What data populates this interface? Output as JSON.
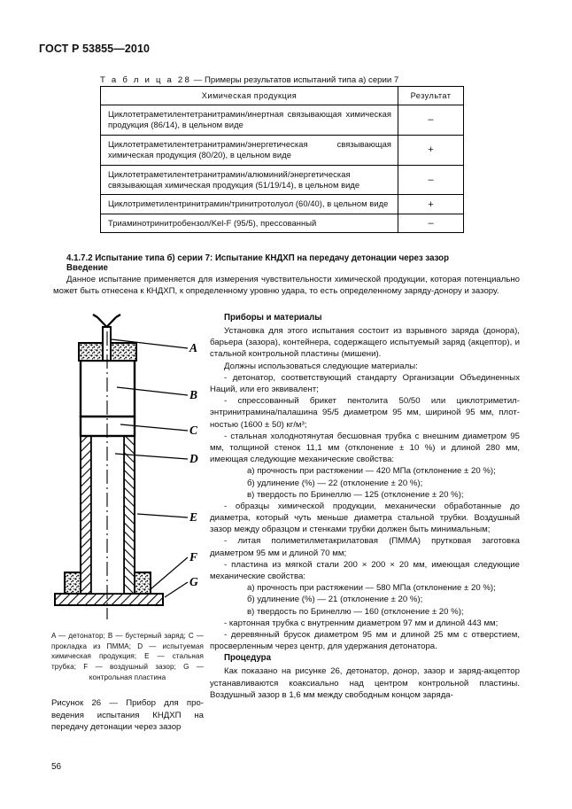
{
  "header": {
    "standard_id": "ГОСТ Р 53855—2010"
  },
  "table": {
    "caption_label": "Т а б л и ц а  28",
    "caption_text": " — Примеры результатов испытаний типа а) серии 7",
    "columns": [
      "Химическая продукция",
      "Результат"
    ],
    "rows": [
      {
        "chemical": "Циклотетраметилентетранитрамин/инертная связывающая хими­ческая продукция (86/14), в цельном виде",
        "result": "–"
      },
      {
        "chemical": "Циклотетраметилентетранитрамин/энергетическая связывающая химическая продукция (80/20), в цельном виде",
        "result": "+"
      },
      {
        "chemical": "Циклотетраметилентетранитрамин/алюминий/энергетическая связывающая химическая продукция (51/19/14), в цельном виде",
        "result": "–"
      },
      {
        "chemical": "Циклотриметилентринитрамин/тринитротолуол (60/40), в цельном виде",
        "result": "+"
      },
      {
        "chemical": "Триаминотринитробензол/Kel-F (95/5), прессованный",
        "result": "–"
      }
    ]
  },
  "section": {
    "number_and_title": "4.1.7.2 Испытание типа б) серии 7: Испытание КНДХП на передачу детонации через зазор",
    "subtitle": "Введение",
    "intro": "Данное испытание применяется для измерения чувствительности химической продукции,  кото­рая потенциально может быть отнесена к КНДХП, к определенному уровню удара, то есть  опреде­ленному  заряду-донору  и  зазору."
  },
  "figure": {
    "labels": [
      "A",
      "B",
      "C",
      "D",
      "E",
      "F",
      "G"
    ],
    "legend": "A — детонатор; B — бустерный за­ряд; C — прокладка из ПММА; D — испытуемая    химическая    продук­ция; E — стальная трубка; F — воз­душный  зазор;  G — контрольная пластина",
    "title": "Рисунок 26 — Прибор для про­ведения  испытания  КНДХП  на передачу детонации через зазор"
  },
  "right_column": {
    "heading_apparatus": "Приборы и материалы",
    "p_setup": "Установка для этого испытания состоит из взрывного заряда (до­нора), барьера (зазора), контейнера, содержащего испытуемый заряд (акцептор), и стальной контрольной пластины (мишени).",
    "p_materials_intro": "Должны использоваться следующие материалы:",
    "p_detonator": "- детонатор, соответствующий стандарту Организации Объединен­ных Наций, или его эквивалент;",
    "p_briquette": "- спрессованный  брикет пентолита 50/50 или циклотриметил­энтринитрамина/палашина 95/5 диаметром 95 мм, шириной 95 мм, плот­ностью (1600 ± 50) кг/м³;",
    "p_tube": "- стальная холоднотянутая бесшовная трубка с внешним диамет­ром  95 мм,  толщиной  стенок  11,1 мм  (отклонение ± 10 %) и длиной 280 мм, имеющая следующие механические свойства:",
    "tube_props": [
      "а) прочность при растяжении — 420 МПа (отклонение ± 20 %);",
      "б) удлинение (%) — 22 (отклонение ± 20 %);",
      "в) твердость по Бринеллю — 125 (отклонение ± 20 %);"
    ],
    "p_samples": "- образцы химической продукции, механически обработанные до диаметра, который чуть меньше диаметра  стальной  трубки.  Воздуш­ный   зазор   между   образцом  и  стенками  трубки  должен  быть минимальным;",
    "p_pmma": "- литая  полиметилметакрилатовая  (ПММА) прутковая заготовка диаметром 95 мм и длиной 70 мм;",
    "p_plate": "- пластина из мягкой стали 200 × 200 × 20 мм, имеющая следую­щие механические свойства:",
    "plate_props": [
      "а) прочность при растяжении —  580 МПа (отклонение ± 20 %);",
      "б) удлинение (%) — 21 (отклонение ± 20 %);",
      "в) твердость по Бринеллю — 160 (отклонение ± 20 %);"
    ],
    "p_carton": "- картонная  трубка  с  внутренним  диаметром  97 мм  и  длиной 443 мм;",
    "p_wood": "- деревянный брусок диаметром 95 мм и длиной 25 мм с отверсти­ем, просверленным через центр, для удержания детонатора.",
    "heading_procedure": "Процедура",
    "p_procedure": "Как показано на рисунке 26, детонатор, донор, зазор и заряд-ак­цептор  устанавливаются  коаксиально  над центром  контрольной плас­тины.  Воздушный  зазор  в 1,6 мм  между свободным концом заряда-"
  },
  "page_number": "56"
}
